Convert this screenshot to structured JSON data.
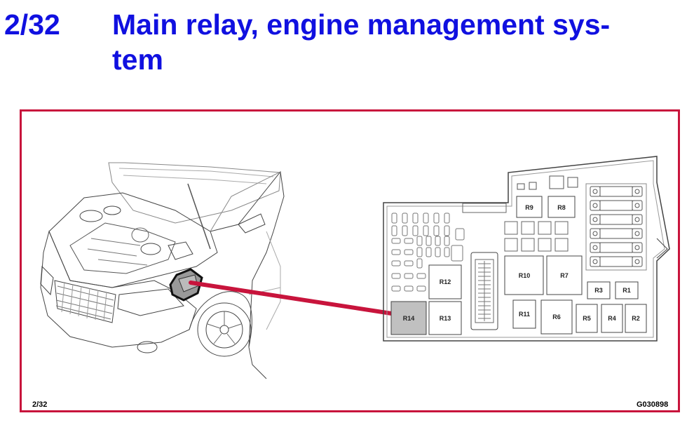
{
  "header": {
    "number": "2/32",
    "title_line1": "Main relay, engine management sys-",
    "title_line2": "tem"
  },
  "figure": {
    "ref": "2/32",
    "code": "G030898",
    "relays": {
      "R1": "R1",
      "R2": "R2",
      "R3": "R3",
      "R4": "R4",
      "R5": "R5",
      "R6": "R6",
      "R7": "R7",
      "R8": "R8",
      "R9": "R9",
      "R10": "R10",
      "R11": "R11",
      "R12": "R12",
      "R13": "R13",
      "R14": "R14"
    },
    "highlighted_relay": "R14",
    "colors": {
      "title": "#1010e0",
      "frame": "#c8143c",
      "leader_line": "#c8143c",
      "highlight_fill": "#c0c0c0"
    }
  }
}
